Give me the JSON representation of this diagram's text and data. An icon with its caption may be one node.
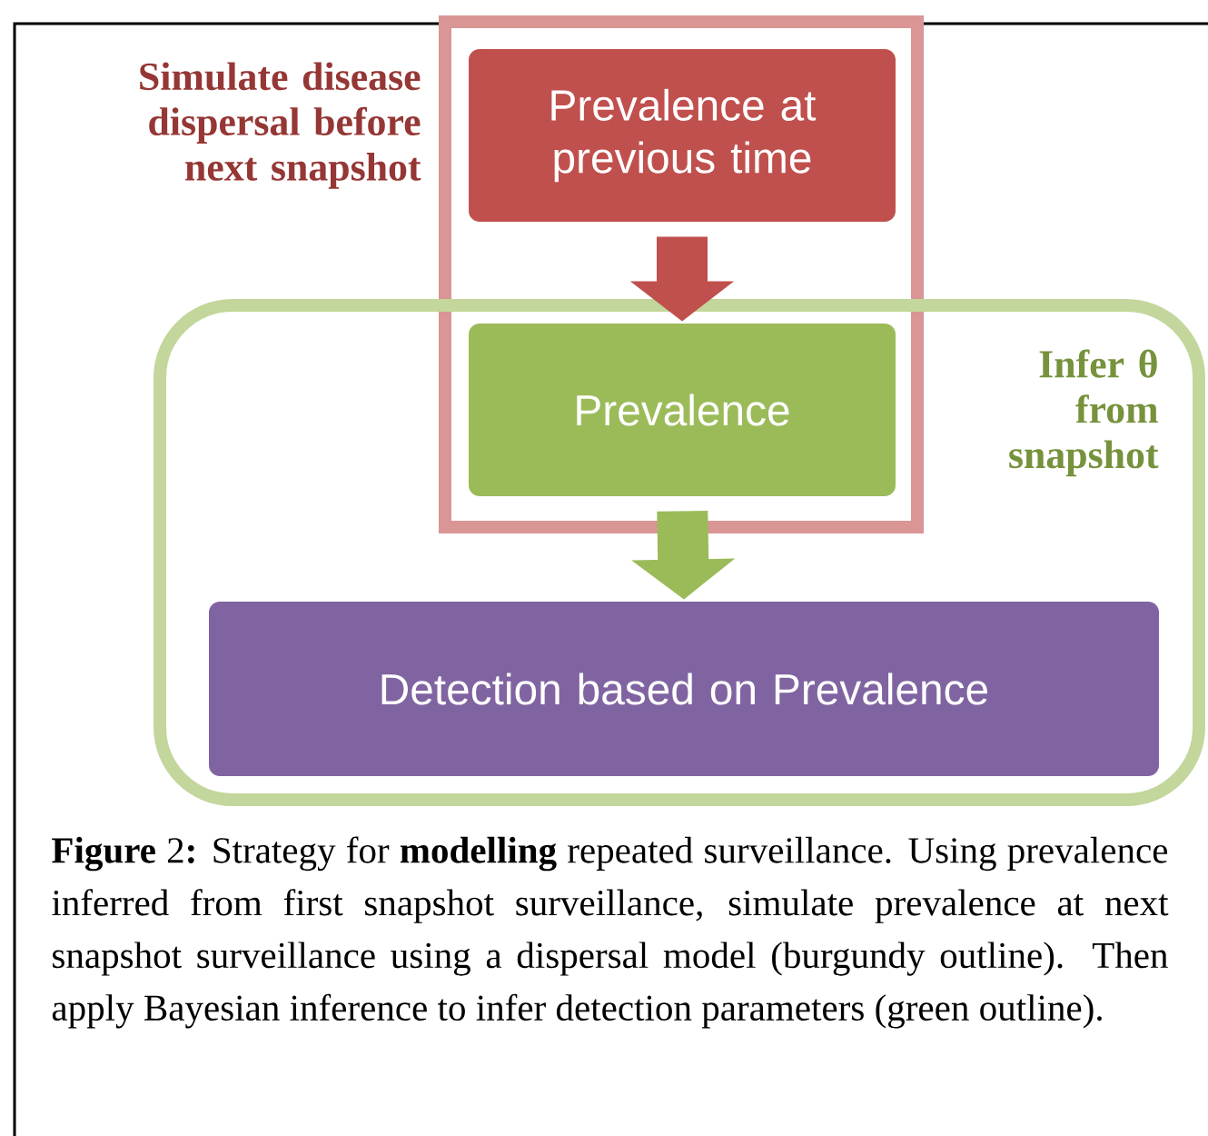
{
  "diagram": {
    "caption": "**Figure** 2**:** Strategy for **modelling** repeated surveillance. Using prevalence inferred from first snapshot surveillance, simulate prevalence at next snapshot surveillance using a dispersal model (burgundy outline). Then apply Bayesian inference to infer detection parameters (green outline).",
    "nodes": [
      {
        "text": [
          "Simulate disease dispersal before next snapshot"
        ]
      },
      {
        "text": [
          "Infer θ from snapshot"
        ]
      },
      {
        "text": [
          "Prevalence at previous time"
        ],
        "in": 0
      },
      {
        "text": [
          "Prevalence"
        ]
      },
      {
        "text": [
          "Detection based on Prevalence"
        ],
        "in": 1
      }
    ],
    "edges": [
      {
        "from": 2,
        "to": 3,
        "arrow": "to",
        "color": "#c0504d"
      },
      {
        "from": 3,
        "to": 4,
        "arrow": "to",
        "color": "#9bbb59"
      }
    ]
  }
}
